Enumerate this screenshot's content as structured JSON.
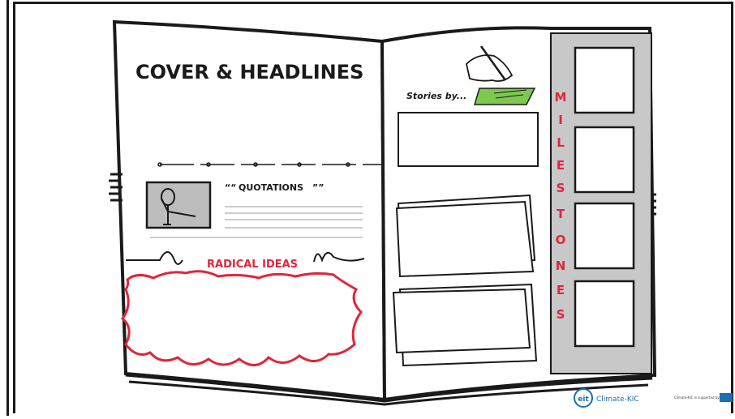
{
  "title": "COVER & HEADLINES",
  "stories_label": "Stories by...",
  "quotations": {
    "open": "““",
    "label": "QUOTATIONS",
    "close": "””"
  },
  "radical_ideas": "RADICAL IDEAS",
  "milestones_letters": [
    "M",
    "I",
    "L",
    "E",
    "S",
    "T",
    "O",
    "N",
    "E",
    "S"
  ],
  "footer": {
    "logo_text": "eit",
    "brand": "Climate-KIC",
    "support_note": "Climate-KIC is supported by the"
  },
  "colors": {
    "ink": "#1a1a1a",
    "accent_red": "#e0263a",
    "panel_gray": "#c8c8c8",
    "photo_gray": "#bdbdbd",
    "highlight_green": "#7ec850",
    "brand_blue": "#1a6fb5"
  }
}
